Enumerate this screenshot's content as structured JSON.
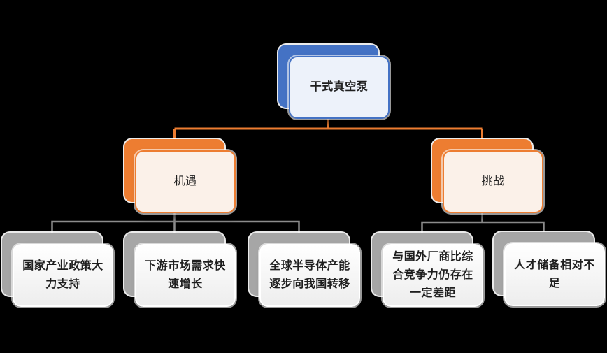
{
  "colors": {
    "page_bg": "#000000",
    "blue": "#4472C4",
    "blue_fill": "#EDF2FA",
    "orange": "#ED7D31",
    "orange_fill": "#FBF1E9",
    "gray": "#A6A6A6",
    "gray_fill": "#EDEDED",
    "gray_line": "#8C8C8C",
    "text": "#1F1F1F"
  },
  "diagram": {
    "root": {
      "label": "干式真空泵"
    },
    "branches": [
      {
        "label": "机遇",
        "children": [
          {
            "label": "国家产业政策大力支持"
          },
          {
            "label": "下游市场需求快速增长"
          },
          {
            "label": "全球半导体产能逐步向我国转移"
          }
        ]
      },
      {
        "label": "挑战",
        "children": [
          {
            "label": "与国外厂商比综合竞争力仍存在一定差距"
          },
          {
            "label": "人才储备相对不足"
          }
        ]
      }
    ]
  }
}
